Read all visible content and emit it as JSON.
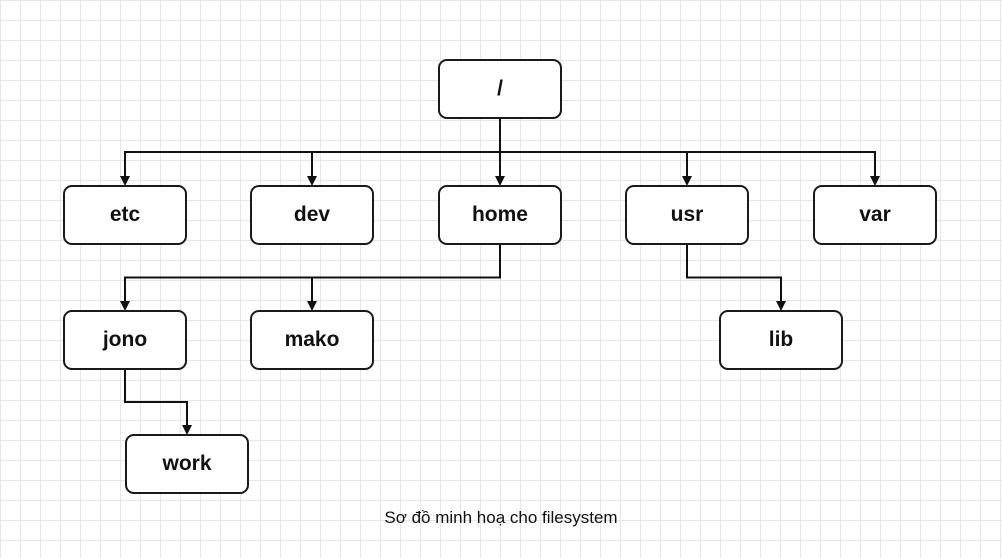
{
  "diagram": {
    "nodes": {
      "root": "/",
      "etc": "etc",
      "dev": "dev",
      "home": "home",
      "usr": "usr",
      "var": "var",
      "jono": "jono",
      "mako": "mako",
      "lib": "lib",
      "work": "work"
    },
    "edges": [
      [
        "root",
        "etc"
      ],
      [
        "root",
        "dev"
      ],
      [
        "root",
        "home"
      ],
      [
        "root",
        "usr"
      ],
      [
        "root",
        "var"
      ],
      [
        "home",
        "jono"
      ],
      [
        "home",
        "mako"
      ],
      [
        "usr",
        "lib"
      ],
      [
        "jono",
        "work"
      ]
    ],
    "caption": "Sơ đồ minh hoạ cho filesystem"
  }
}
